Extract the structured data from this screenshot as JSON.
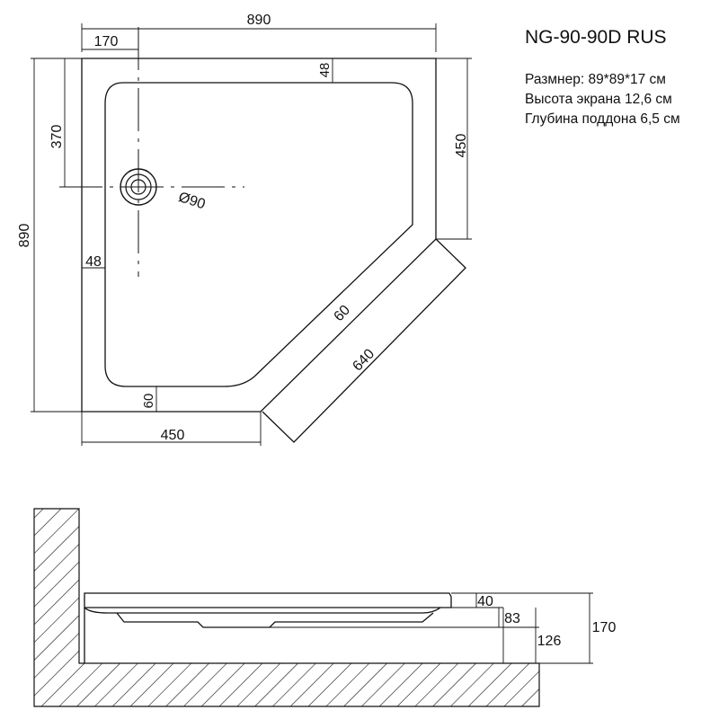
{
  "title": "NG-90-90D RUS",
  "specs": [
    "Размнер: 89*89*17 см",
    "Высота экрана 12,6 см",
    "Глубина поддона 6,5 см"
  ],
  "dims": {
    "top_width": "890",
    "drain_offset_x": "170",
    "rim_top": "48",
    "drain_offset_y": "370",
    "right_side": "450",
    "left_height": "890",
    "drain_diameter": "Ø90",
    "rim_left": "48",
    "rim_diagonal": "60",
    "diagonal": "640",
    "rim_bottom": "60",
    "bottom_side": "450",
    "section_rim": "40",
    "section_depth": "83",
    "section_screen": "126",
    "section_total": "170"
  },
  "colors": {
    "line": "#111111",
    "background": "#ffffff"
  }
}
